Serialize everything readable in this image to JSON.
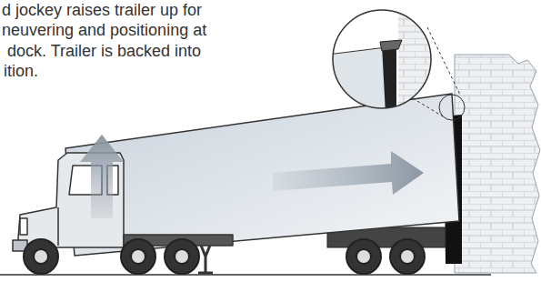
{
  "diagram": {
    "labels": [
      "d jockey raises trailer up for",
      "neuvering and positioning at",
      "dock. Trailer is backed into",
      "ition."
    ]
  }
}
